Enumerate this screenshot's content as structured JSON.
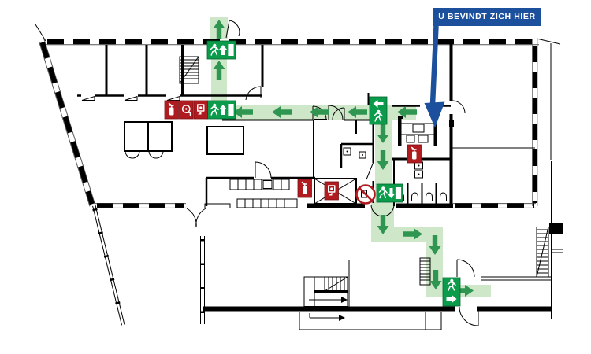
{
  "plan": {
    "type": "evacuation-floor-plan"
  },
  "you_are_here": {
    "label": "U BEVINDT ZICH HIER"
  },
  "colors": {
    "route_fill": "#cfe7c9",
    "route_arrow": "#2f9651",
    "sign_green": "#0a9b4b",
    "safety_red": "#b01b20",
    "marker_blue": "#1c4f9c",
    "wall": "#000000",
    "background": "#ffffff"
  },
  "icons": {
    "exit_signs": [
      {
        "id": "exit-sign-top",
        "type": "running-man-up-door"
      },
      {
        "id": "exit-sign-corridor",
        "type": "running-man-up-door"
      },
      {
        "id": "exit-sign-corridor-turn",
        "type": "arrow-left-running-man-vertical"
      },
      {
        "id": "exit-sign-center-south",
        "type": "running-man-down-door"
      },
      {
        "id": "exit-sign-southeast",
        "type": "running-man-arrow-right-vertical"
      }
    ],
    "fire_safety": [
      {
        "id": "extinguisher-west",
        "type": "fire-extinguisher"
      },
      {
        "id": "hose-reel-west",
        "type": "fire-hose-reel"
      },
      {
        "id": "call-point-west",
        "type": "manual-call-point"
      },
      {
        "id": "extinguisher-center",
        "type": "fire-extinguisher"
      },
      {
        "id": "call-point-lift",
        "type": "manual-call-point"
      },
      {
        "id": "extinguisher-east",
        "type": "fire-extinguisher"
      },
      {
        "id": "no-lift-sign",
        "type": "prohibition-do-not-use-lift"
      }
    ]
  }
}
